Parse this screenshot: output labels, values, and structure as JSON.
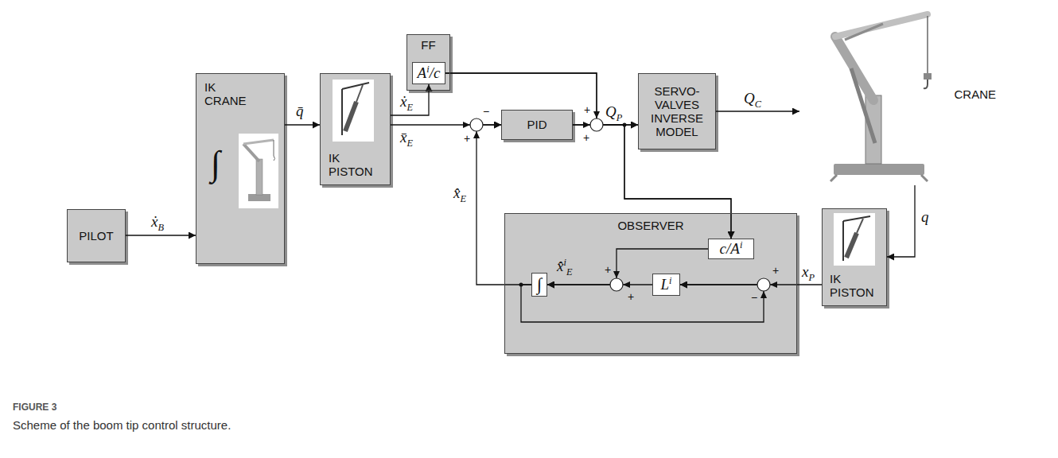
{
  "diagram": {
    "caption": "Scheme of the boom tip control structure.",
    "nodes": [
      {
        "text": [
          "PILOT"
        ]
      },
      {
        "text": [
          "IK CRANE",
          "∫"
        ]
      },
      {
        "text": [
          "IK PISTON"
        ]
      },
      {
        "text": [
          "FF"
        ]
      },
      {
        "text": [
          "Ai/c"
        ],
        "in": 3
      },
      {
        "text": [
          "PID"
        ]
      },
      {
        "text": [
          "SERVO-VALVES INVERSE MODEL"
        ]
      },
      {
        "text": [
          "CRANE"
        ]
      },
      {
        "text": [
          "OBSERVER"
        ]
      },
      {
        "text": [
          "c/Ai"
        ],
        "in": 8
      },
      {
        "text": [
          "Li"
        ],
        "in": 8
      },
      {
        "text": [
          "∫"
        ],
        "in": 8
      },
      {
        "text": [
          "IK PISTON"
        ]
      }
    ],
    "edges": [
      {
        "from": 0,
        "to": 1,
        "arrow": "to",
        "label": "ẋB"
      },
      {
        "from": 1,
        "to": 2,
        "arrow": "to",
        "label": "q̄"
      },
      {
        "from": 2,
        "to": 4,
        "arrow": "to",
        "label": "ẋE"
      },
      {
        "from": 2,
        "to": 5,
        "arrow": "to",
        "label": "x̄E"
      },
      {
        "from": 4,
        "to": 6,
        "arrow": "to"
      },
      {
        "from": 5,
        "to": 6,
        "arrow": "to",
        "label": "QP"
      },
      {
        "from": 5,
        "to": 9,
        "arrow": "to"
      },
      {
        "from": 4,
        "to": 9,
        "arrow": "to"
      },
      {
        "from": 6,
        "to": 7,
        "arrow": "to",
        "label": "QC"
      },
      {
        "from": 7,
        "to": 12,
        "arrow": "to",
        "label": "q"
      },
      {
        "from": 12,
        "to": 10,
        "arrow": "to",
        "label": "xP"
      },
      {
        "from": 9,
        "to": 11,
        "arrow": "to",
        "label": "x̂̇iE"
      },
      {
        "from": 10,
        "to": 11,
        "arrow": "to"
      },
      {
        "from": 11,
        "to": 5,
        "arrow": "to",
        "label": "x̂E"
      },
      {
        "from": 11,
        "to": 10,
        "arrow": "to"
      }
    ],
    "labels": [
      "+",
      "−",
      "+",
      "+",
      "+",
      "+",
      "+",
      "−",
      "FIGURE 3"
    ]
  }
}
